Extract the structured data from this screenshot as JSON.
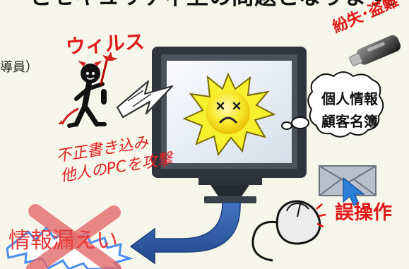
{
  "heading": {
    "partial_text": "とセキュリティ上の問題となります。"
  },
  "left_caption": {
    "partial_text": "導員）"
  },
  "virus": {
    "label": "ウィルス",
    "line1": "不正書き込み",
    "line2": "他人のPCを攻撃"
  },
  "monitor": {
    "bubble_line1": "個人情報",
    "bubble_line2": "顧客名簿"
  },
  "loss": {
    "label": "紛失･盗難"
  },
  "misoperation": {
    "label": "誤操作"
  },
  "leak": {
    "label": "情報漏えい"
  },
  "colors": {
    "background": "#f6f7ea",
    "accent_red": "#e01818",
    "arrow_blue": "#2f5ea4",
    "monitor_dark": "#2f3742",
    "explosion_yellow": "#f7f02d"
  },
  "icons": [
    "virus-devil-icon",
    "lightning-icon",
    "monitor-icon",
    "explosion-icon",
    "thought-bubble-icon",
    "usb-drive-icon",
    "envelope-icon",
    "mouse-icon",
    "left-arrow-icon",
    "warning-x-icon"
  ]
}
